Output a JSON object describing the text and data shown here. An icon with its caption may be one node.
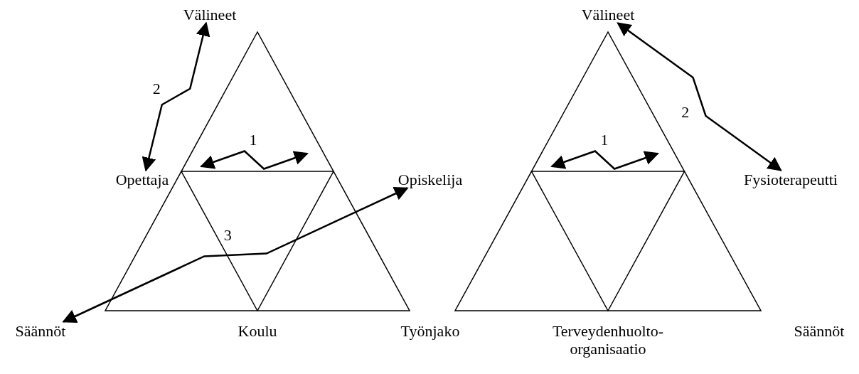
{
  "diagram": {
    "nodes": [
      {
        "text": [
          "Välineet"
        ]
      },
      {
        "text": [
          "Opettaja"
        ]
      },
      {
        "text": [
          "Opiskelija"
        ]
      },
      {
        "text": [
          "Säännöt"
        ]
      },
      {
        "text": [
          "Koulu"
        ]
      },
      {
        "text": [
          "Työnjako"
        ]
      },
      {
        "text": [
          "Välineet"
        ]
      },
      {
        "text": [
          "Fysioterapeutti"
        ]
      },
      {
        "text": [
          "Terveydenhuolto-organisaatio"
        ]
      },
      {
        "text": [
          "Säännöt"
        ]
      }
    ],
    "edges": [
      {
        "from": 0,
        "to": 1,
        "arrow": "both",
        "label": "2"
      },
      {
        "from": 3,
        "to": 2,
        "arrow": "both",
        "label": "3"
      },
      {
        "from": 6,
        "to": 7,
        "arrow": "both",
        "label": "2"
      }
    ],
    "labels": [
      "1",
      "1"
    ]
  }
}
